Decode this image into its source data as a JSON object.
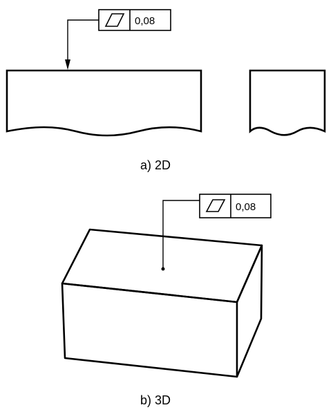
{
  "figure_2d": {
    "caption": "a) 2D",
    "tolerance_frame": {
      "symbol": "flatness-parallelogram-icon",
      "value": "0,08"
    }
  },
  "figure_3d": {
    "caption": "b) 3D",
    "tolerance_frame": {
      "symbol": "flatness-parallelogram-icon",
      "value": "0,08"
    }
  },
  "colors": {
    "line": "#000000",
    "background": "#ffffff"
  }
}
